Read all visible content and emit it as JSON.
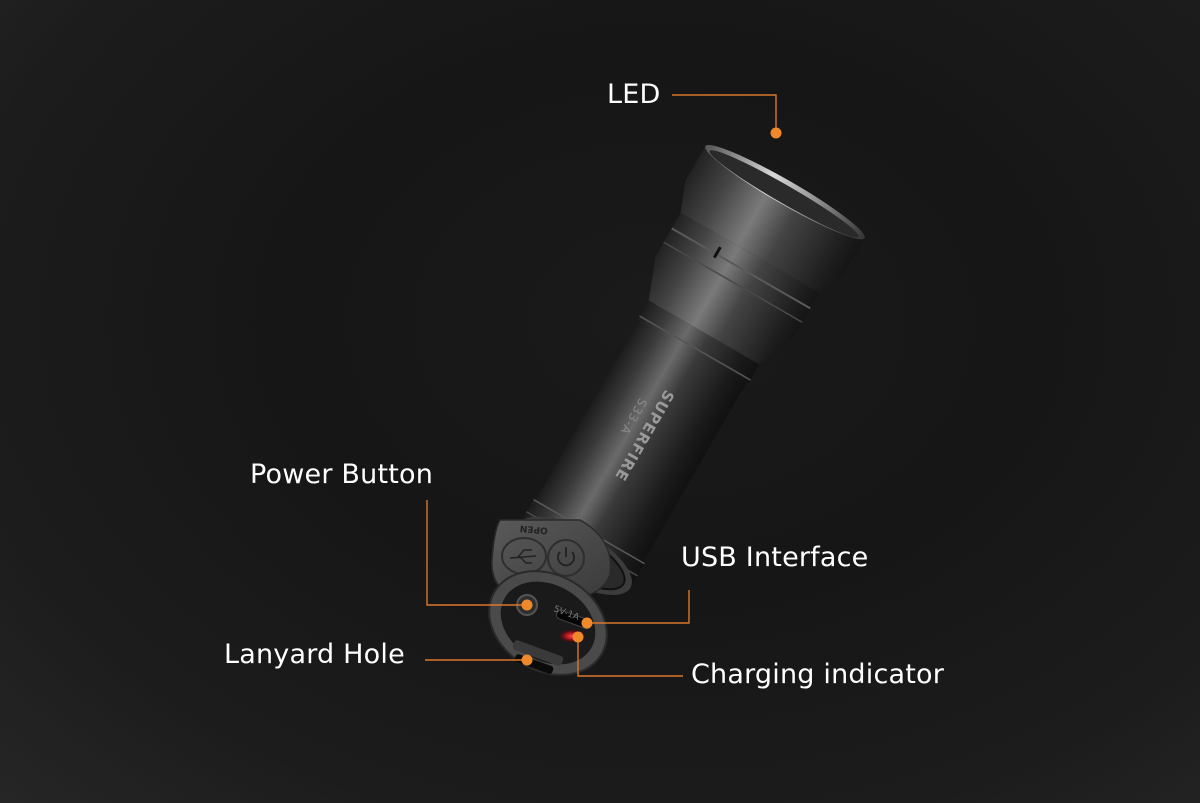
{
  "product": {
    "brand_engraving": "SUPERFIRE",
    "model_engraving": "S33-A",
    "cap_engraving": "OPEN",
    "port_marking": "5V-1A"
  },
  "callouts": [
    {
      "id": "led",
      "label": "LED"
    },
    {
      "id": "power",
      "label": "Power Button"
    },
    {
      "id": "usb",
      "label": "USB Interface"
    },
    {
      "id": "charging",
      "label": "Charging indicator"
    },
    {
      "id": "lanyard",
      "label": "Lanyard Hole"
    }
  ],
  "colors": {
    "accent": "#f0892a",
    "line": "#d9772a",
    "text": "#ffffff",
    "background": "#1a1a1a",
    "indicator_red": "#ff2a3a"
  }
}
